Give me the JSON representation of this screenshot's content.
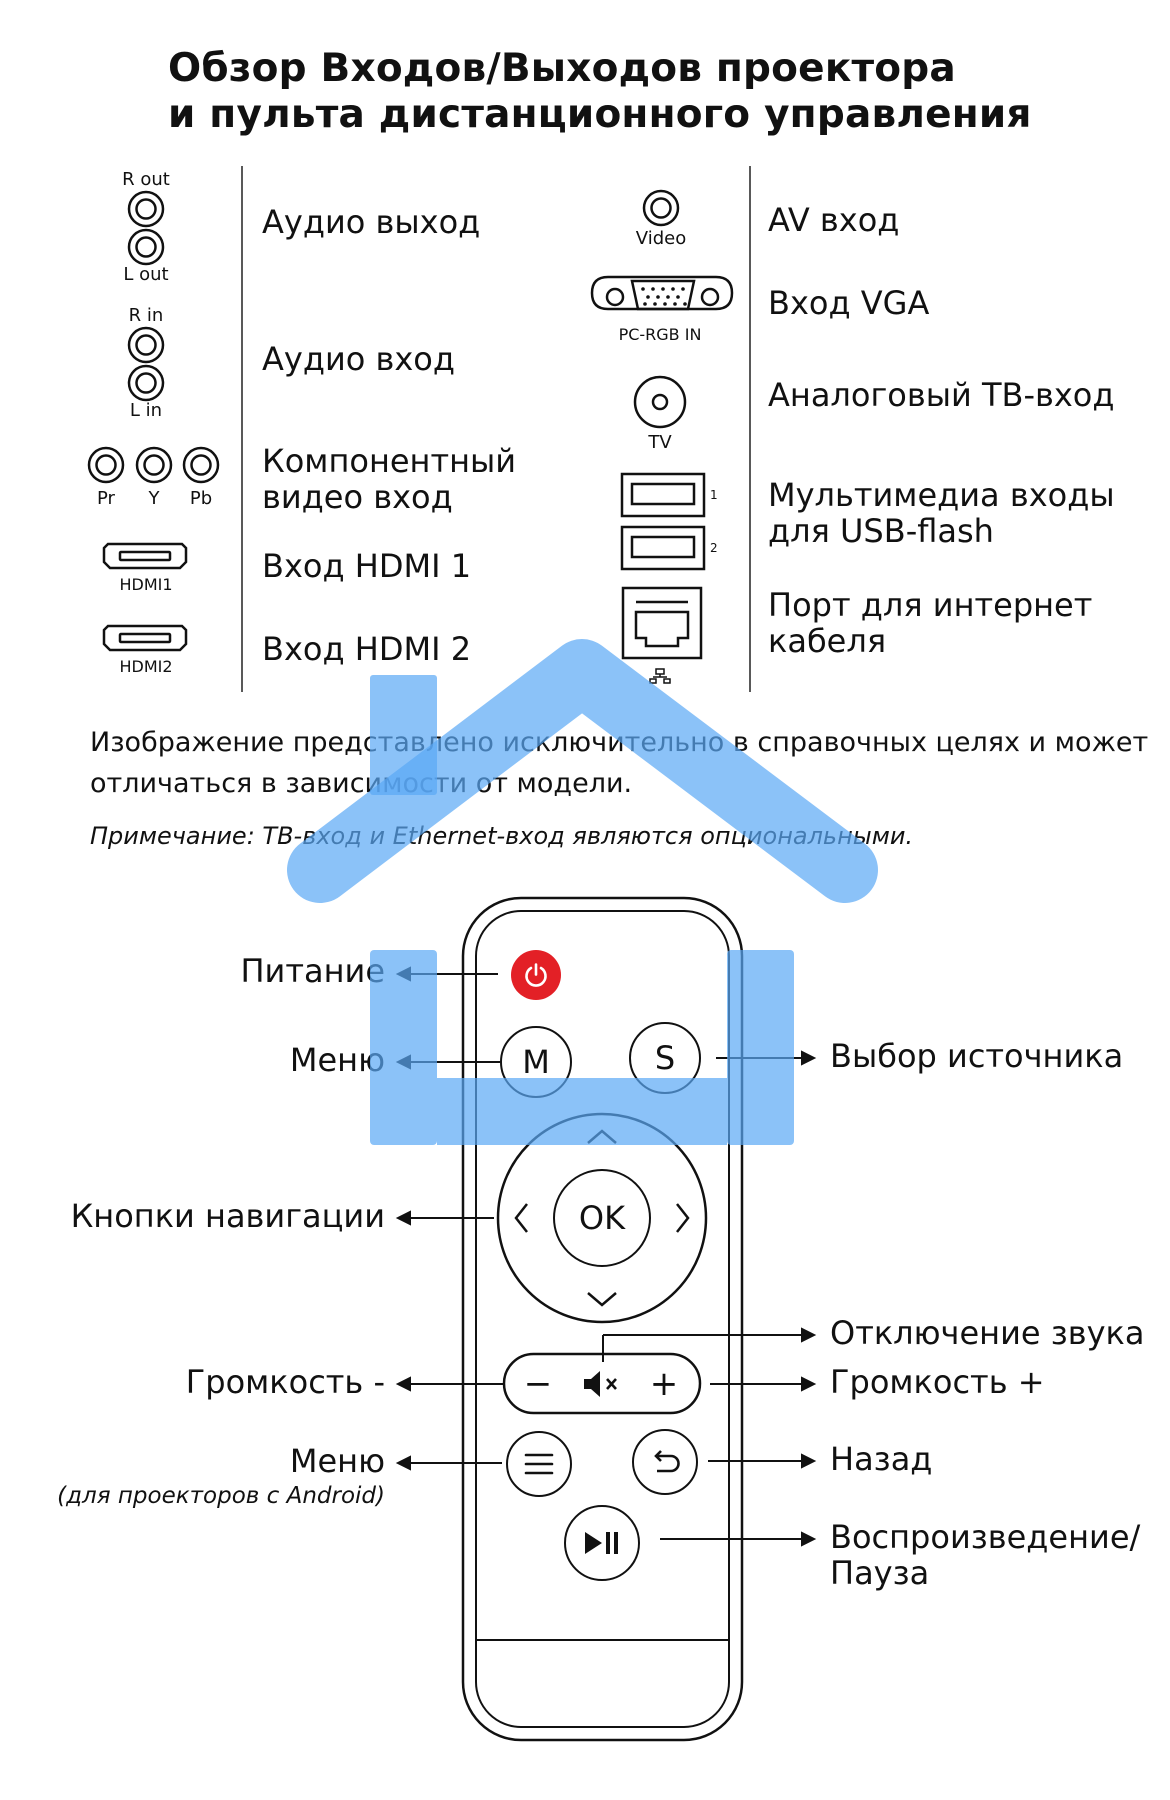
{
  "title": {
    "line1": "Обзор Входов/Выходов проектора",
    "line2": "и пульта дистанционного управления"
  },
  "ports_left": {
    "rout": "R out",
    "lout": "L out",
    "audio_out": "Аудио выход",
    "rin": "R in",
    "lin": "L in",
    "audio_in": "Аудио вход",
    "pr": "Pr",
    "y": "Y",
    "pb": "Pb",
    "component_line1": "Компонентный",
    "component_line2": "видео вход",
    "hdmi1_tag": "HDMI1",
    "hdmi1": "Вход HDMI 1",
    "hdmi2_tag": "HDMI2",
    "hdmi2": "Вход HDMI 2"
  },
  "ports_right": {
    "video_tag": "Video",
    "av_in": "AV вход",
    "vga_tag": "PC-RGB IN",
    "vga_in": "Вход VGA",
    "tv_tag": "TV",
    "tv_in": "Аналоговый ТВ-вход",
    "usb1_tag": "1",
    "usb2_tag": "2",
    "usb_line1": "Мультимедиа входы",
    "usb_line2": "для USB-flash",
    "lan_line1": "Порт для интернет",
    "lan_line2": "кабеля"
  },
  "disclaimer": {
    "line1": "Изображение представлено исключительно в справочных целях и может",
    "line2": "отличаться в зависимости от модели.",
    "note": "Примечание: ТВ-вход и Ethernet-вход являются опциональными."
  },
  "remote": {
    "buttons": {
      "menu": "M",
      "source": "S",
      "ok": "OK",
      "minus": "−",
      "plus": "+"
    },
    "labels": {
      "power": "Питание",
      "menu": "Меню",
      "source_select": "Выбор источника",
      "navigation": "Кнопки навигации",
      "mute": "Отключение звука",
      "volume_down": "Громкость -",
      "volume_up": "Громкость +",
      "menu_android": "Меню",
      "menu_android_note": "(для проекторов с Android)",
      "back": "Назад",
      "play_pause_line1": "Воспроизведение/",
      "play_pause_line2": "Пауза"
    }
  },
  "colors": {
    "power_button": "#e32026",
    "watermark": "#5aa8f5"
  }
}
